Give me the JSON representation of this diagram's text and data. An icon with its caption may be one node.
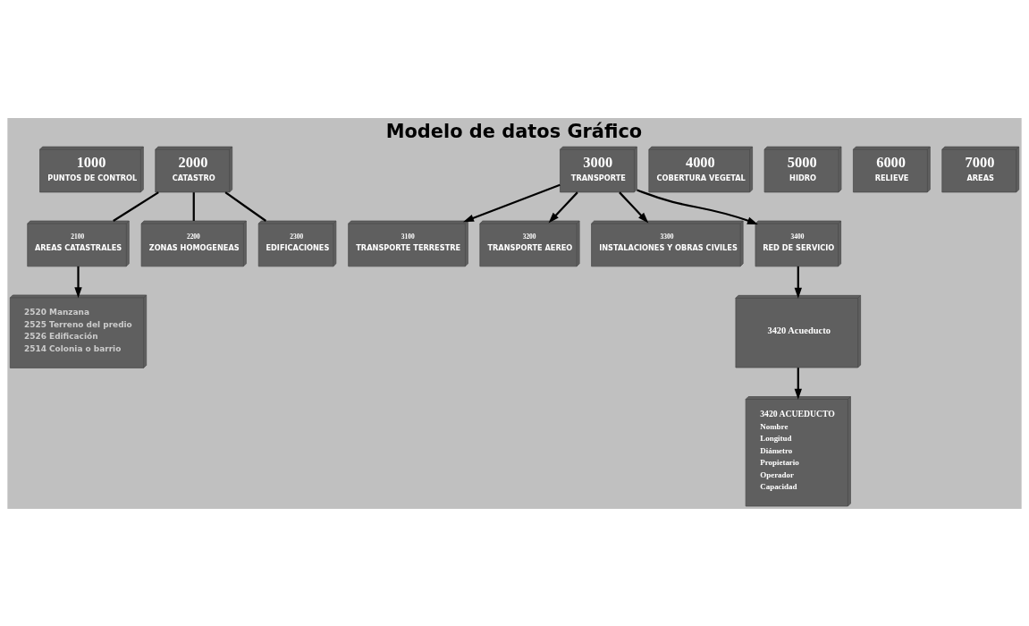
{
  "diagram": {
    "title": "Modelo de datos Gráfico",
    "nodes": [
      {
        "text": [
          "1000",
          "PUNTOS DE CONTROL"
        ]
      },
      {
        "text": [
          "2000",
          "CATASTRO"
        ]
      },
      {
        "text": [
          "3000",
          "TRANSPORTE"
        ]
      },
      {
        "text": [
          "4000",
          "COBERTURA VEGETAL"
        ]
      },
      {
        "text": [
          "5000",
          "HIDRO"
        ]
      },
      {
        "text": [
          "6000",
          "RELIEVE"
        ]
      },
      {
        "text": [
          "7000",
          "AREAS"
        ]
      },
      {
        "text": [
          "2100",
          "AREAS CATASTRALES"
        ]
      },
      {
        "text": [
          "2200",
          "ZONAS HOMOGENEAS"
        ]
      },
      {
        "text": [
          "2300",
          "EDIFICACIONES"
        ]
      },
      {
        "text": [
          "3100",
          "TRANSPORTE TERRESTRE"
        ]
      },
      {
        "text": [
          "3200",
          "TRANSPORTE AEREO"
        ]
      },
      {
        "text": [
          "3300",
          "INSTALACIONES Y OBRAS CIVILES"
        ]
      },
      {
        "text": [
          "3400",
          "RED DE SERVICIO"
        ]
      },
      {
        "text": [
          "2520 Manzana",
          "2525 Terreno del predio",
          "2526 Edificación",
          "2514 Colonia o barrio"
        ]
      },
      {
        "text": [
          "3420 Acueducto"
        ]
      },
      {
        "text": [
          "3420 ACUEDUCTO",
          "Nombre",
          "Longitud",
          "Diámetro",
          "Propietario",
          "Operador",
          "Capacidad"
        ]
      }
    ],
    "edges": [
      {
        "from": 1,
        "to": 7,
        "arrow": "none"
      },
      {
        "from": 1,
        "to": 8,
        "arrow": "none"
      },
      {
        "from": 1,
        "to": 9,
        "arrow": "none"
      },
      {
        "from": 2,
        "to": 10,
        "arrow": "to"
      },
      {
        "from": 2,
        "to": 11,
        "arrow": "to"
      },
      {
        "from": 2,
        "to": 12,
        "arrow": "to"
      },
      {
        "from": 2,
        "to": 13,
        "arrow": "to"
      },
      {
        "from": 7,
        "to": 14,
        "arrow": "to"
      },
      {
        "from": 13,
        "to": 15,
        "arrow": "to"
      },
      {
        "from": 15,
        "to": 16,
        "arrow": "to"
      }
    ]
  }
}
